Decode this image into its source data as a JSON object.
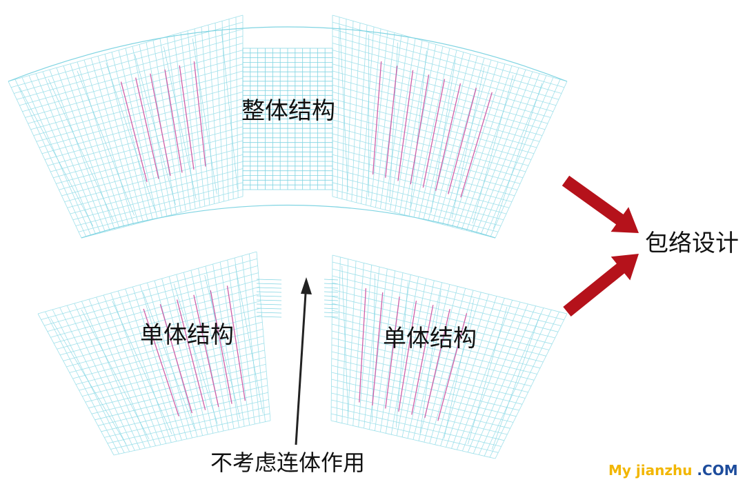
{
  "labels": {
    "overall_structure": "整体结构",
    "single_left": "单体结构",
    "single_right": "单体结构",
    "envelope_design": "包络设计",
    "no_connection": "不考虑连体作用"
  },
  "watermark": {
    "text1": "My ",
    "text2": "jianzhu",
    "text3": " .COM"
  },
  "colors": {
    "frame_line": "#9fe0ea",
    "frame_dense": "#7fd4e2",
    "member": "#cf5fa8",
    "arrow_red": "#b5121b",
    "arrow_black": "#222222",
    "watermark_yellow": "#f2b600",
    "watermark_blue": "#1d4c9c"
  }
}
